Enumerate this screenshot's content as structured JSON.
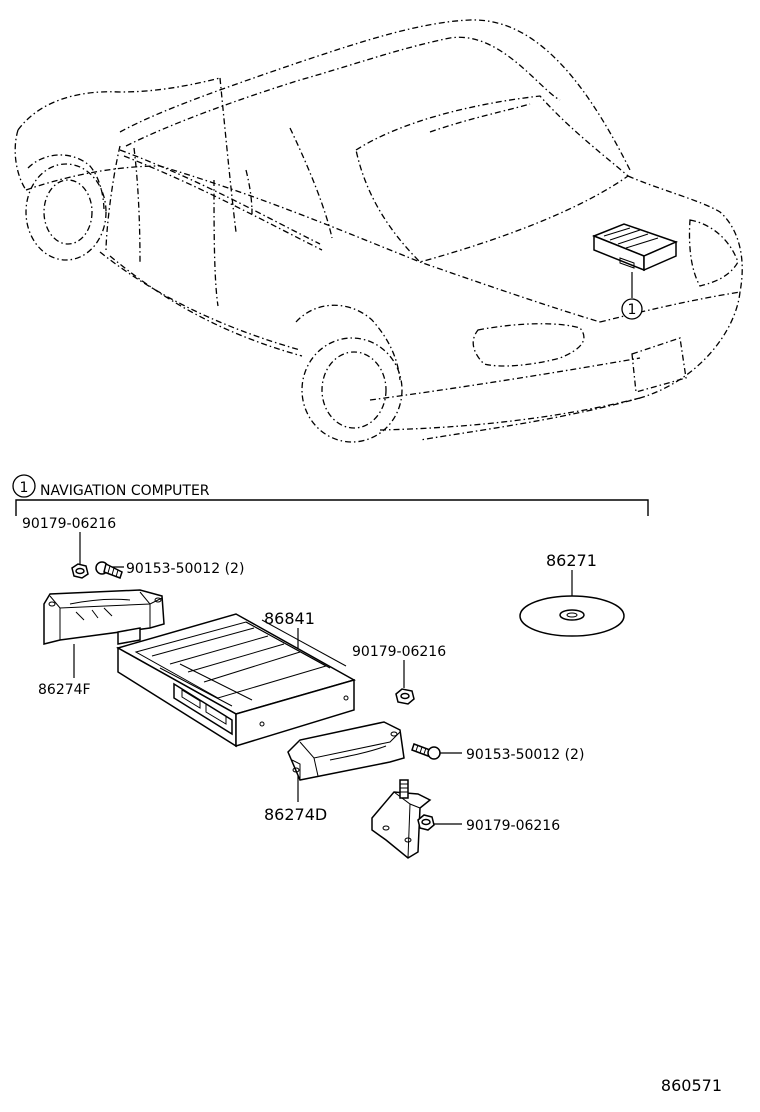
{
  "section": {
    "number": "1",
    "title": "NAVIGATION COMPUTER"
  },
  "callout": {
    "number": "1"
  },
  "parts": {
    "nut_top": "90179-06216",
    "bolt_top": "90153-50012 (2)",
    "bracket_left": "86274F",
    "computer": "86841",
    "disc": "86271",
    "nut_right": "90179-06216",
    "bolt_right": "90153-50012 (2)",
    "bracket_right": "86274D",
    "nut_bottom": "90179-06216"
  },
  "illustration_code": "860571",
  "icons": [
    "rear-car-outline",
    "navigation-computer-unit",
    "mounting-bracket",
    "cd-rom-disc",
    "nut",
    "bolt"
  ]
}
